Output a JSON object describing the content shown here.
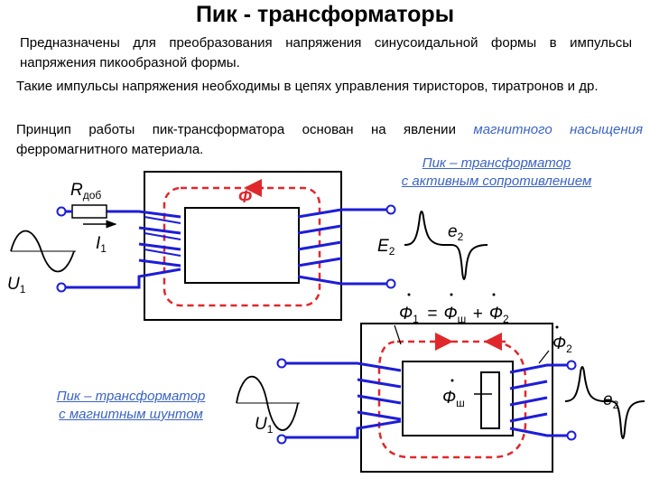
{
  "title": "Пик - трансформаторы",
  "paragraph1": "Предназначены для преобразования напряжения синусоидальной формы в импульсы напряжения пикообразной формы.",
  "paragraph2": "Такие импульсы напряжения необходимы в цепях управления тиристоров, тиратронов и др.",
  "paragraph3_start": "Принцип работы пик-трансформатора основан на явлении",
  "paragraph3_highlight": "магнитного насыщения",
  "paragraph3_end": "ферромагнитного материала.",
  "caption_top_line1": "Пик – трансформатор",
  "caption_top_line2": "с активным сопротивлением",
  "caption_bottom_line1": "Пик – трансформатор",
  "caption_bottom_line2": "с магнитным шунтом",
  "diagram1": {
    "flux_label": "Ф",
    "r_label": "R",
    "r_sub": "доб",
    "i_label": "I",
    "i_sub": "1",
    "u_label": "U",
    "u_sub": "1",
    "e_label": "E",
    "e_sub": "2",
    "pulse_label": "e",
    "pulse_sub": "2"
  },
  "diagram2": {
    "eq_phi1": "Ф",
    "eq_phi1_sub": "1",
    "eq_equals": "=",
    "eq_phish": "Ф",
    "eq_phish_sub": "ш",
    "eq_plus": "+",
    "eq_phi2": "Ф",
    "eq_phi2_sub": "2",
    "phi2_label": "Ф",
    "phi2_sub": "2",
    "shunt_label": "Ф",
    "shunt_sub": "ш",
    "u_label": "U",
    "u_sub": "1",
    "pulse_label": "e",
    "pulse_sub": "2"
  },
  "colors": {
    "text_blue": "#3b63c3",
    "coil_blue": "#1d1dd8",
    "flux_red": "#e0282c",
    "core_black": "#000000"
  }
}
